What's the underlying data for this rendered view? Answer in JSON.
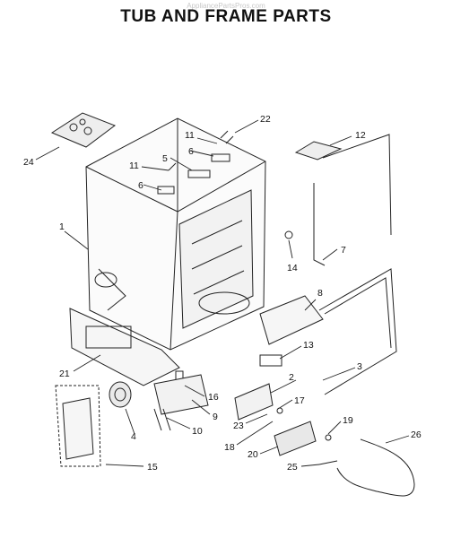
{
  "watermark": "AppliancePartsPros.com",
  "title": "TUB AND FRAME PARTS",
  "callouts": [
    "1",
    "2",
    "3",
    "4",
    "5",
    "6",
    "6",
    "7",
    "8",
    "9",
    "10",
    "11",
    "11",
    "12",
    "13",
    "14",
    "15",
    "16",
    "17",
    "18",
    "19",
    "20",
    "21",
    "22",
    "23",
    "24",
    "25",
    "26"
  ]
}
